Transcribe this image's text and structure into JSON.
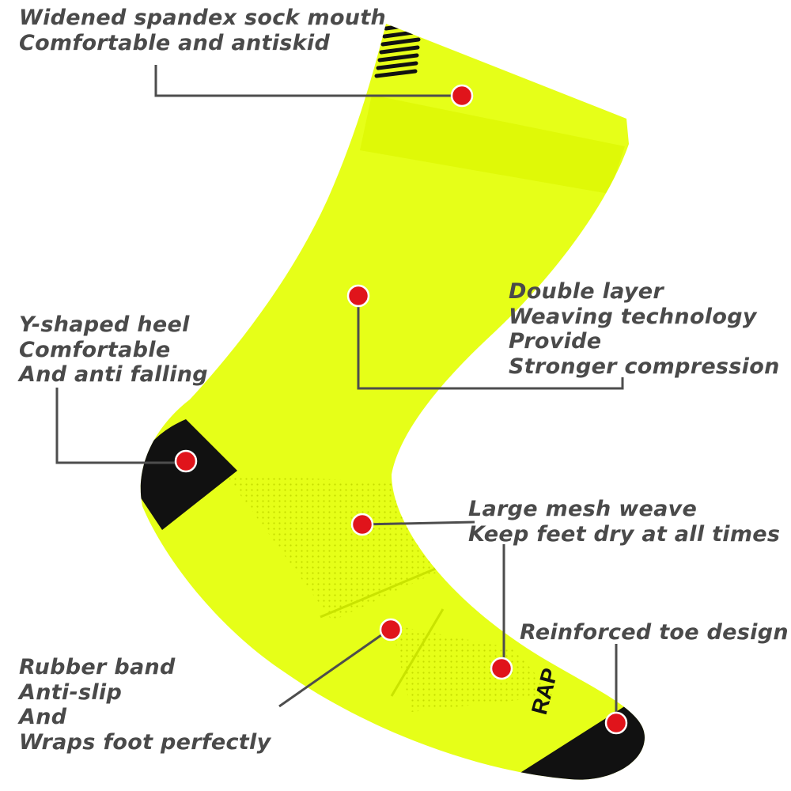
{
  "colors": {
    "sock": "#e6ff18",
    "sock_shade": "#d6f200",
    "black": "#111111",
    "dot": "#e0141b",
    "text": "#4a4a4a",
    "line": "#4d4d4d"
  },
  "brand_mark": "RAP",
  "callouts": [
    {
      "lines": [
        "Widened spandex sock mouth",
        "Comfortable and antiskid"
      ]
    },
    {
      "lines": [
        "Double layer",
        "Weaving technology",
        "Provide",
        "Stronger compression"
      ]
    },
    {
      "lines": [
        "Y-shaped heel",
        "Comfortable",
        "And anti falling"
      ]
    },
    {
      "lines": [
        "Large mesh weave",
        "Keep feet dry at all times"
      ]
    },
    {
      "lines": [
        "Reinforced toe design"
      ]
    },
    {
      "lines": [
        "Rubber band",
        "Anti-slip",
        "And",
        "Wraps foot perfectly"
      ]
    }
  ]
}
